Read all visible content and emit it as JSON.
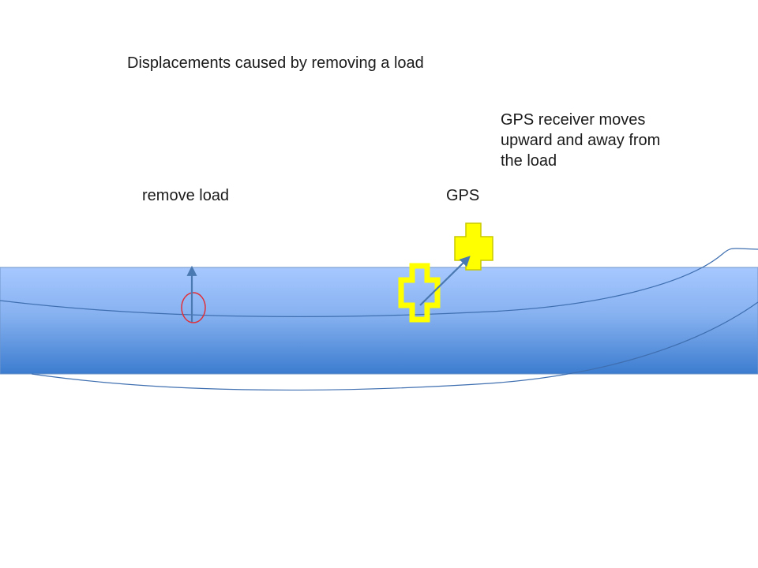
{
  "title": "Displacements caused by removing a load",
  "note": {
    "lines": [
      "GPS receiver moves",
      "upward and away from",
      "the load"
    ]
  },
  "labels": {
    "remove_load": "remove load",
    "gps": "GPS"
  },
  "colors": {
    "layer_top": "#9fc3ff",
    "layer_bottom": "#3a7bd0",
    "curve": "#3f6fb0",
    "arrow": "#4a78b0",
    "load_circle": "#e0303a",
    "gps_fill": "#ffff00",
    "gps_outline": "#e6e600"
  },
  "icons": {
    "gps_original": "gps-marker-outline-icon",
    "gps_moved": "gps-marker-filled-icon"
  }
}
